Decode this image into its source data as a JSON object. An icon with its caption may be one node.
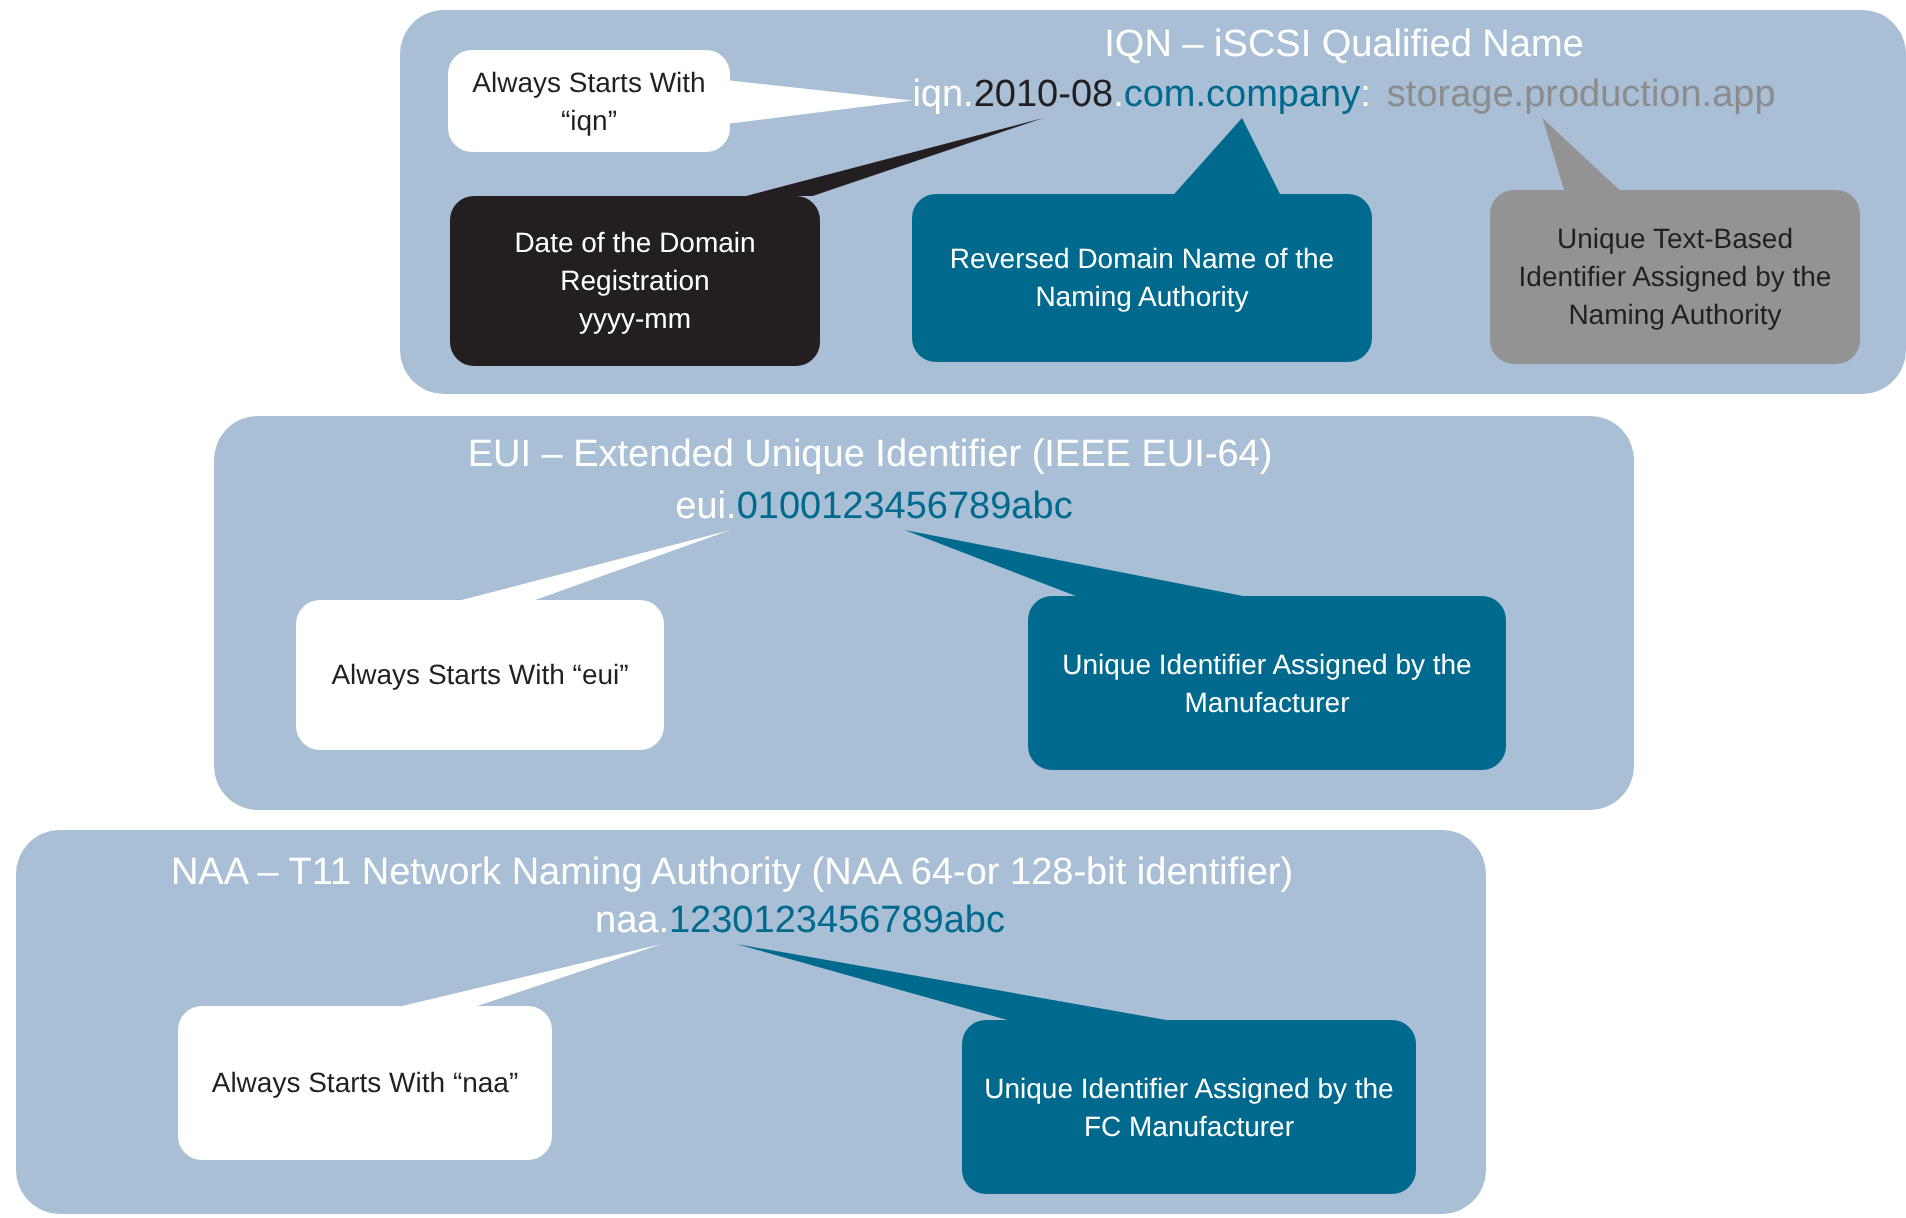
{
  "diagram": {
    "nodes": [
      {
        "text": [
          "IQN – iSCSI Qualified Name"
        ]
      },
      {
        "text": [
          "Always Starts With “iqn”"
        ],
        "in": 0
      },
      {
        "text": [
          "iqn."
        ],
        "in": 0
      },
      {
        "text": [
          "2010-08"
        ],
        "in": 0
      },
      {
        "text": [
          "com.company"
        ],
        "in": 0
      },
      {
        "text": [
          "storage.production.app"
        ],
        "in": 0
      },
      {
        "text": [
          "Date of the Domain Registration",
          "yyyy-mm"
        ],
        "in": 0
      },
      {
        "text": [
          "Reversed Domain Name of the Naming Authority"
        ],
        "in": 0
      },
      {
        "text": [
          "Unique Text-Based Identifier Assigned by the Naming Authority"
        ],
        "in": 0
      },
      {
        "text": [
          "EUI – Extended Unique Identifier (IEEE EUI-64)"
        ]
      },
      {
        "text": [
          "eui."
        ],
        "in": 9
      },
      {
        "text": [
          "0100123456789abc"
        ],
        "in": 9
      },
      {
        "text": [
          "Always Starts With “eui”"
        ],
        "in": 9
      },
      {
        "text": [
          "Unique Identifier Assigned by the Manufacturer"
        ],
        "in": 9
      },
      {
        "text": [
          "NAA – T11 Network Naming Authority (NAA 64-or 128-bit identifier)"
        ]
      },
      {
        "text": [
          "naa."
        ],
        "in": 14
      },
      {
        "text": [
          "1230123456789abc"
        ],
        "in": 14
      },
      {
        "text": [
          "Always Starts With “naa”"
        ],
        "in": 14
      },
      {
        "text": [
          "Unique Identifier Assigned by the FC Manufacturer"
        ],
        "in": 14
      }
    ],
    "edges": [
      {
        "from": 1,
        "to": 2,
        "arrow": "none"
      },
      {
        "from": 6,
        "to": 3,
        "arrow": "none"
      },
      {
        "from": 7,
        "to": 4,
        "arrow": "none"
      },
      {
        "from": 8,
        "to": 5,
        "arrow": "none"
      },
      {
        "from": 12,
        "to": 10,
        "arrow": "none"
      },
      {
        "from": 13,
        "to": 11,
        "arrow": "none"
      },
      {
        "from": 17,
        "to": 15,
        "arrow": "none"
      },
      {
        "from": 18,
        "to": 16,
        "arrow": "none"
      }
    ],
    "labels": [
      ".",
      ":"
    ]
  }
}
